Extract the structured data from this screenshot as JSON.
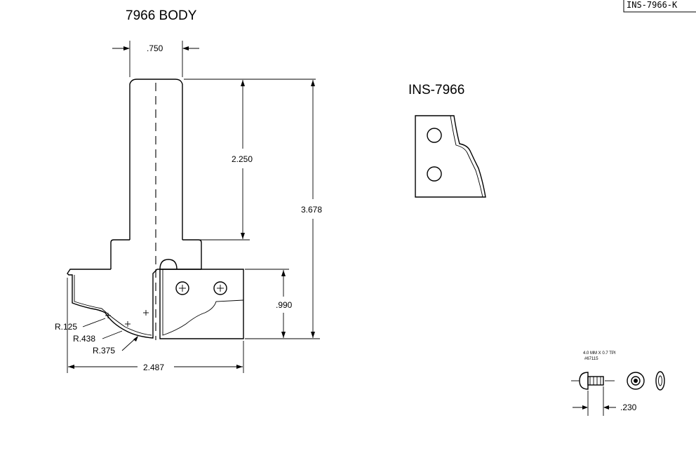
{
  "drawing": {
    "body_title": "7966 BODY",
    "insert_title": "INS-7966",
    "part_tag": "INS-7966-K",
    "dimensions": {
      "shank_width": ".750",
      "shank_length": "2.250",
      "overall_length": "3.678",
      "cut_height": ".990",
      "cut_width": "2.487",
      "radius_small": "R.125",
      "radius_large": "R.438",
      "radius_mid": "R.375"
    },
    "screw": {
      "spec": "4.0 MM X 0.7 TPI",
      "part_number": "#67115",
      "length": ".230"
    }
  }
}
